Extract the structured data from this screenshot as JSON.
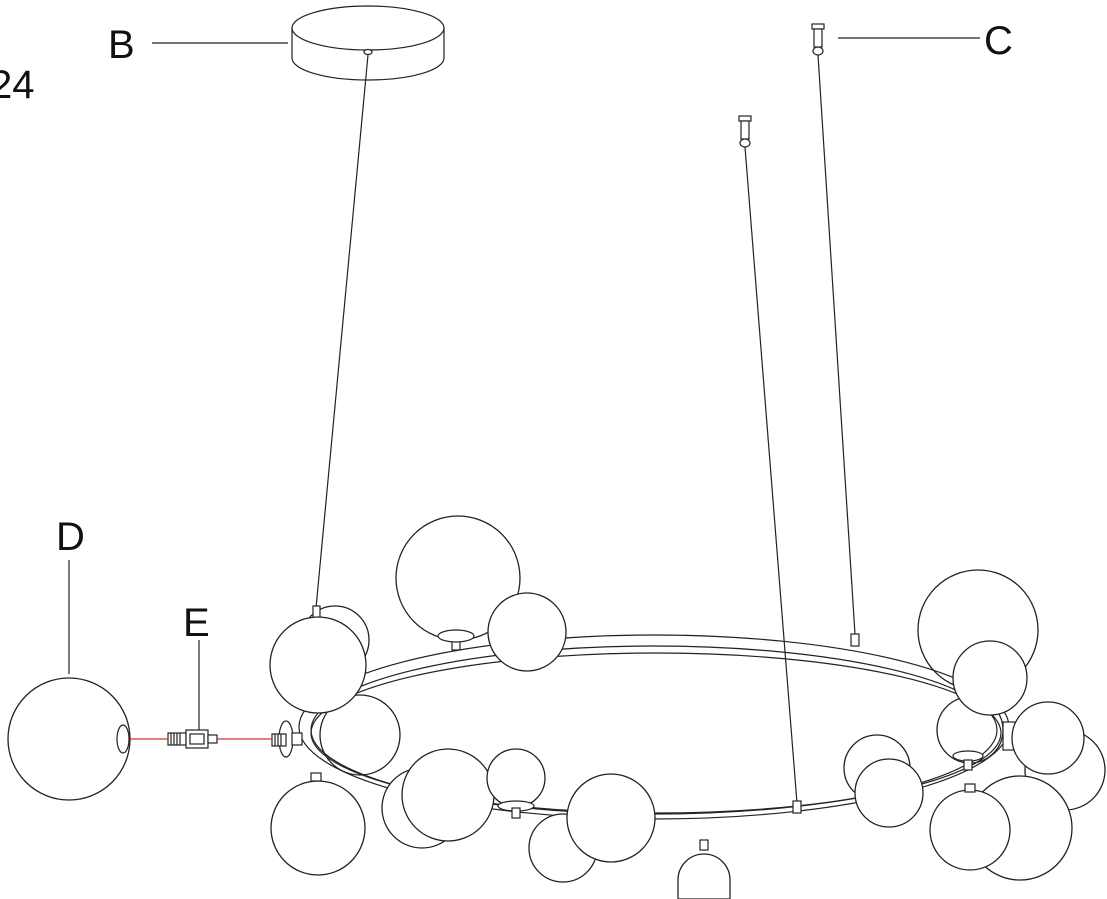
{
  "labels": {
    "page_number_fragment": "24",
    "canopy": "B",
    "ceiling_anchor": "C",
    "glass_globe": "D",
    "bulb_holder": "E"
  },
  "colors": {
    "line": "#222222",
    "guide_line": "#d9342b",
    "background": "#ffffff"
  }
}
